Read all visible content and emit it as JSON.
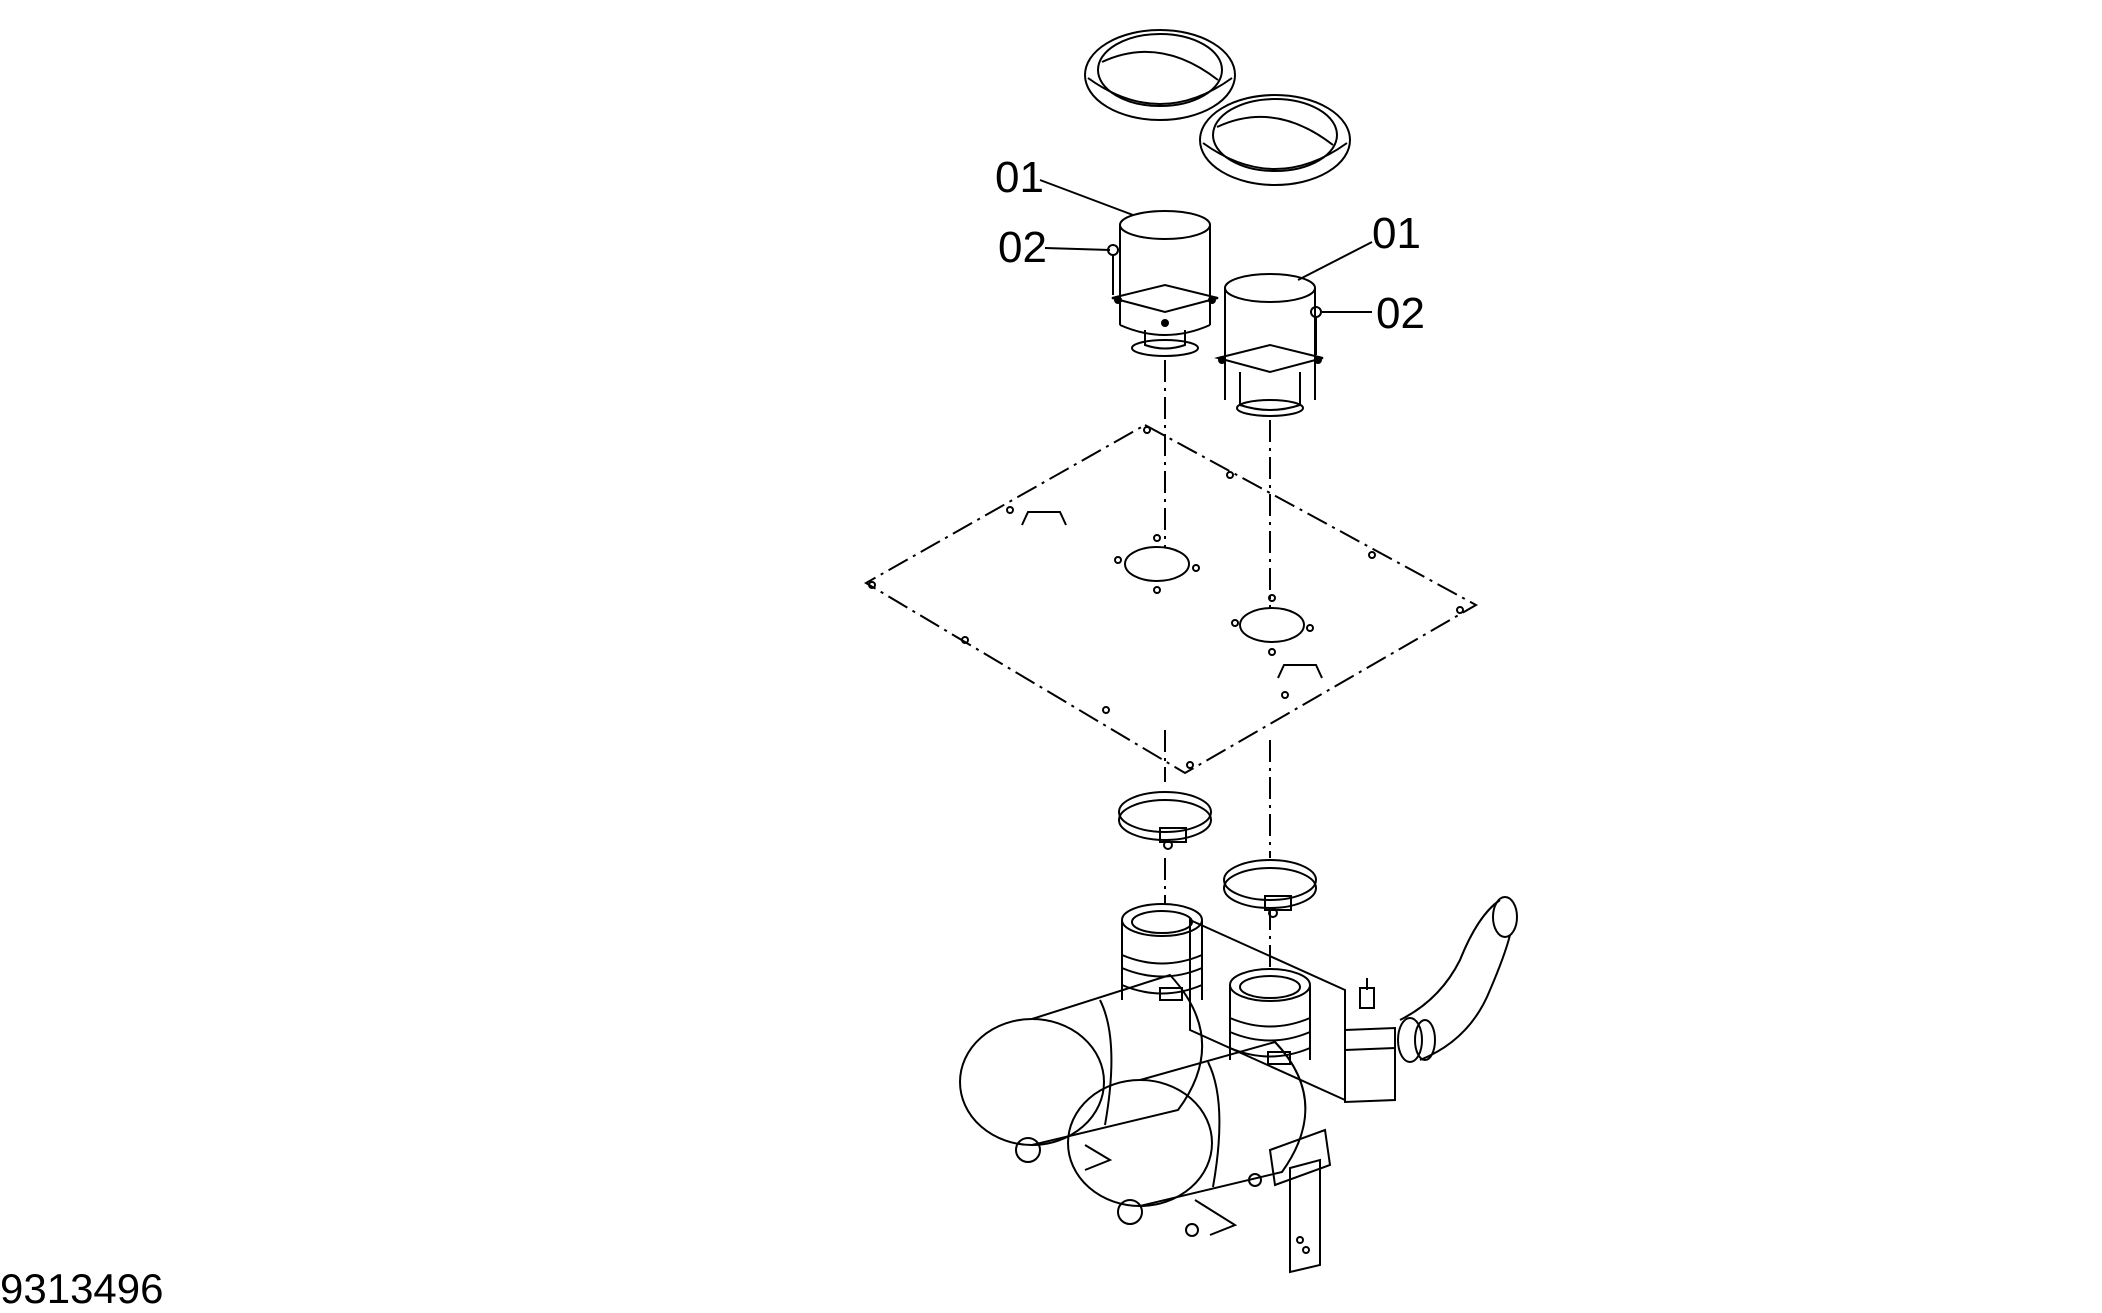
{
  "figure_number": "9313496",
  "callouts": [
    {
      "id": "01",
      "text": "01"
    },
    {
      "id": "02",
      "text": "02"
    },
    {
      "id": "01b",
      "text": "01"
    },
    {
      "id": "02b",
      "text": "02"
    }
  ],
  "colors": {
    "line": "#000000",
    "background": "#ffffff"
  }
}
